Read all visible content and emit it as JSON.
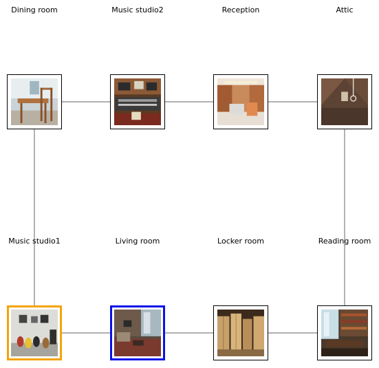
{
  "rooms": [
    {
      "id": "dining",
      "label": "Dining room",
      "row": 0,
      "col": 0,
      "state": "normal",
      "scene": "dining-room-photo"
    },
    {
      "id": "music2",
      "label": "Music studio2",
      "row": 0,
      "col": 1,
      "state": "normal",
      "scene": "music-studio-photo"
    },
    {
      "id": "reception",
      "label": "Reception",
      "row": 0,
      "col": 2,
      "state": "normal",
      "scene": "reception-photo"
    },
    {
      "id": "attic",
      "label": "Attic",
      "row": 0,
      "col": 3,
      "state": "normal",
      "scene": "attic-photo"
    },
    {
      "id": "music1",
      "label": "Music studio1",
      "row": 1,
      "col": 0,
      "state": "start",
      "scene": "guitar-room-photo"
    },
    {
      "id": "living",
      "label": "Living room",
      "row": 1,
      "col": 1,
      "state": "current",
      "scene": "living-room-photo"
    },
    {
      "id": "locker",
      "label": "Locker room",
      "row": 1,
      "col": 2,
      "state": "normal",
      "scene": "locker-room-photo"
    },
    {
      "id": "reading",
      "label": "Reading room",
      "row": 1,
      "col": 3,
      "state": "normal",
      "scene": "library-photo"
    }
  ],
  "edges": [
    [
      "dining",
      "music2"
    ],
    [
      "music2",
      "reception"
    ],
    [
      "reception",
      "attic"
    ],
    [
      "dining",
      "music1"
    ],
    [
      "attic",
      "reading"
    ],
    [
      "music1",
      "living"
    ],
    [
      "living",
      "locker"
    ],
    [
      "locker",
      "reading"
    ]
  ],
  "colors": {
    "edge": "#808080",
    "start_border": "#f5a300",
    "current_border": "#0a12e6",
    "node_border": "#000000"
  }
}
